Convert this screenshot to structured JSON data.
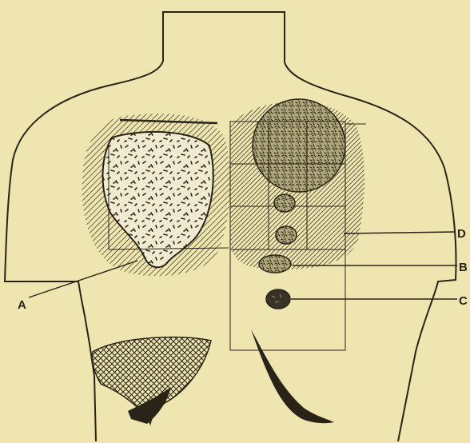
{
  "figure": {
    "background": "#eee5b0",
    "ink": "#2a2418",
    "labels": {
      "a": "A",
      "b": "B",
      "c": "C",
      "d": "D"
    }
  }
}
